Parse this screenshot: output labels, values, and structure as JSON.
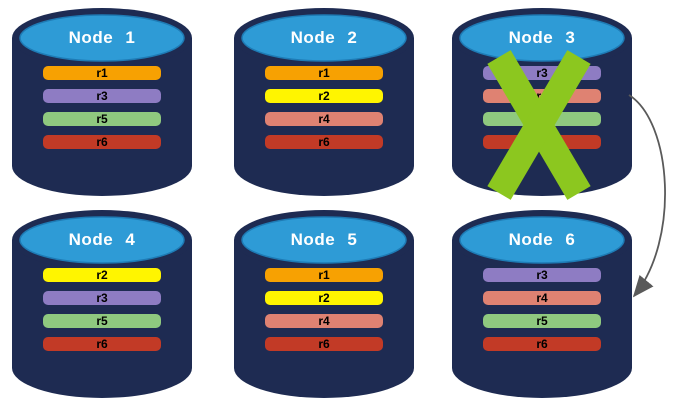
{
  "diagram": {
    "description": "six database nodes holding replicas; one failed node with recovery arrow"
  },
  "nodes": [
    {
      "title": "Node 1",
      "replicas": [
        "r1",
        "r3",
        "r5",
        "r6"
      ],
      "failed": false
    },
    {
      "title": "Node 2",
      "replicas": [
        "r1",
        "r2",
        "r4",
        "r6"
      ],
      "failed": false
    },
    {
      "title": "Node 3",
      "replicas": [
        "r3",
        "r4",
        "r5",
        "r6"
      ],
      "failed": true
    },
    {
      "title": "Node 4",
      "replicas": [
        "r2",
        "r3",
        "r5",
        "r6"
      ],
      "failed": false
    },
    {
      "title": "Node 5",
      "replicas": [
        "r1",
        "r2",
        "r4",
        "r6"
      ],
      "failed": false
    },
    {
      "title": "Node 6",
      "replicas": [
        "r3",
        "r4",
        "r5",
        "r6"
      ],
      "failed": false
    }
  ],
  "replica_colors": {
    "r1": "#F7A102",
    "r2": "#FFF500",
    "r3": "#8E7CC3",
    "r4": "#DF8272",
    "r5": "#8FC97F",
    "r6": "#C23A26"
  },
  "colors": {
    "cylinder_body": "#1E2B52",
    "cylinder_top": "#2E9BD6",
    "cylinder_top_stroke": "#1E7BB5",
    "failed_x": "#8CC71F",
    "arrow": "#5A5A5A",
    "title_text": "#FFFFFF",
    "replica_text": "#000000"
  },
  "arrow": {
    "from": "Node 3",
    "to": "Node 6"
  },
  "failed_node": "Node 3"
}
